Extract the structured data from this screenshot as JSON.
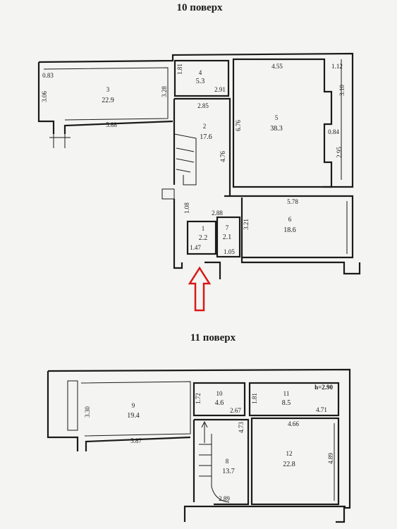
{
  "floor10": {
    "title": "10 поверх",
    "rooms": [
      {
        "num": "1",
        "area": "2.2"
      },
      {
        "num": "2",
        "area": "17.6"
      },
      {
        "num": "3",
        "area": "22.9"
      },
      {
        "num": "4",
        "area": "5.3"
      },
      {
        "num": "5",
        "area": "38.3"
      },
      {
        "num": "6",
        "area": "18.6"
      },
      {
        "num": "7",
        "area": "2.1"
      }
    ],
    "dims": [
      "0.83",
      "3.06",
      "3.28",
      "5.88",
      "1.81",
      "2.91",
      "2.85",
      "4.55",
      "1.12",
      "3.10",
      "6.76",
      "0.84",
      "2.95",
      "4.76",
      "1.08",
      "2.88",
      "5.78",
      "3.21",
      "1.47",
      "1.05"
    ]
  },
  "floor11": {
    "title": "11 поверх",
    "height": "h=2.90",
    "rooms": [
      {
        "num": "8",
        "area": "13.7"
      },
      {
        "num": "9",
        "area": "19.4"
      },
      {
        "num": "10",
        "area": "4.6"
      },
      {
        "num": "11",
        "area": "8.5"
      },
      {
        "num": "12",
        "area": "22.8"
      }
    ],
    "dims": [
      "3.30",
      "5.87",
      "1.72",
      "2.67",
      "1.81",
      "4.71",
      "4.66",
      "4.73",
      "4.89",
      "2.89"
    ]
  },
  "colors": {
    "arrow": "#d81818",
    "wall": "#1a1a1a",
    "paper": "#f4f4f2"
  }
}
